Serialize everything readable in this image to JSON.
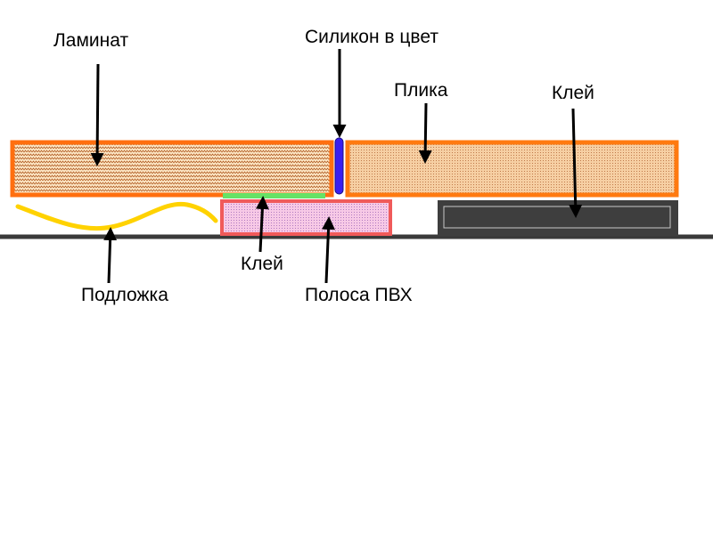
{
  "labels": {
    "laminate": "Ламинат",
    "silicone": "Силикон в цвет",
    "tile": "Плика",
    "glue_tile": "Клей",
    "glue_pvc": "Клей",
    "underlay": "Подложка",
    "pvc_strip": "Полоса ПВХ"
  },
  "colors": {
    "background": "#ffffff",
    "laminate_border": "#ff6f0f",
    "laminate_fill": "#fde7c6",
    "laminate_pattern": "#b05a20",
    "tile_border": "#ff7a10",
    "tile_fill": "#f6cfa3",
    "tile_pattern": "#c07a4a",
    "silicone": "#3a1ef0",
    "silicone_outline": "#1c0f80",
    "underlay": "#ffd200",
    "pvc_border": "#f05a5a",
    "pvc_fill": "#f7c9e6",
    "pvc_pattern": "#b07ac0",
    "glue_strip": "#66e266",
    "adhesive_block": "#3e3e3e",
    "adhesive_inner": "#c8c8c8",
    "base_line": "#3a3a3a",
    "arrow": "#000000"
  }
}
